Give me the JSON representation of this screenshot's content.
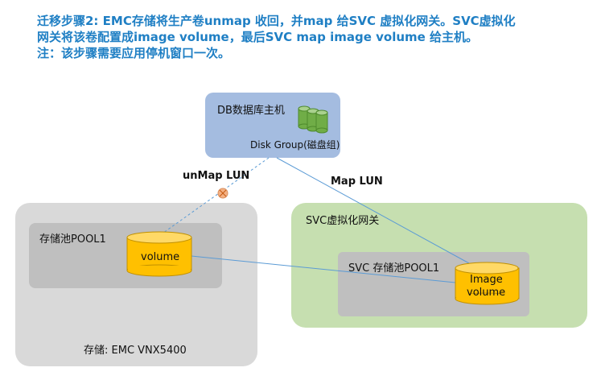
{
  "title": {
    "line1": "迁移步骤2: EMC存储将生产卷unmap 收回，并map 给SVC 虚拟化网关。SVC虚拟化",
    "line2": "网关将该卷配置成image volume，最后SVC map image volume 给主机。",
    "line3": "注：该步骤需要应用停机窗口一次。"
  },
  "db_host": {
    "label": "DB数据库主机",
    "disk_group_label": "Disk Group(磁盘组)",
    "color": "#a4bce0"
  },
  "links": {
    "unmap_label": "unMap LUN",
    "map_label": "Map LUN"
  },
  "storage": {
    "label": "存储: EMC VNX5400",
    "pool_label": "存储池POOL1",
    "volume_label": "volume"
  },
  "svc": {
    "label": "SVC虚拟化网关",
    "pool_label": "SVC 存储池POOL1",
    "image_label_line1": "Image",
    "image_label_line2": "volume",
    "color": "#c6dfb0"
  },
  "colors": {
    "title": "#1f7fc4",
    "cylinder": "#ffc000",
    "disk_group": "#70ad47",
    "line": "#5b9bd5",
    "unmap_marker": "#f4b183"
  }
}
